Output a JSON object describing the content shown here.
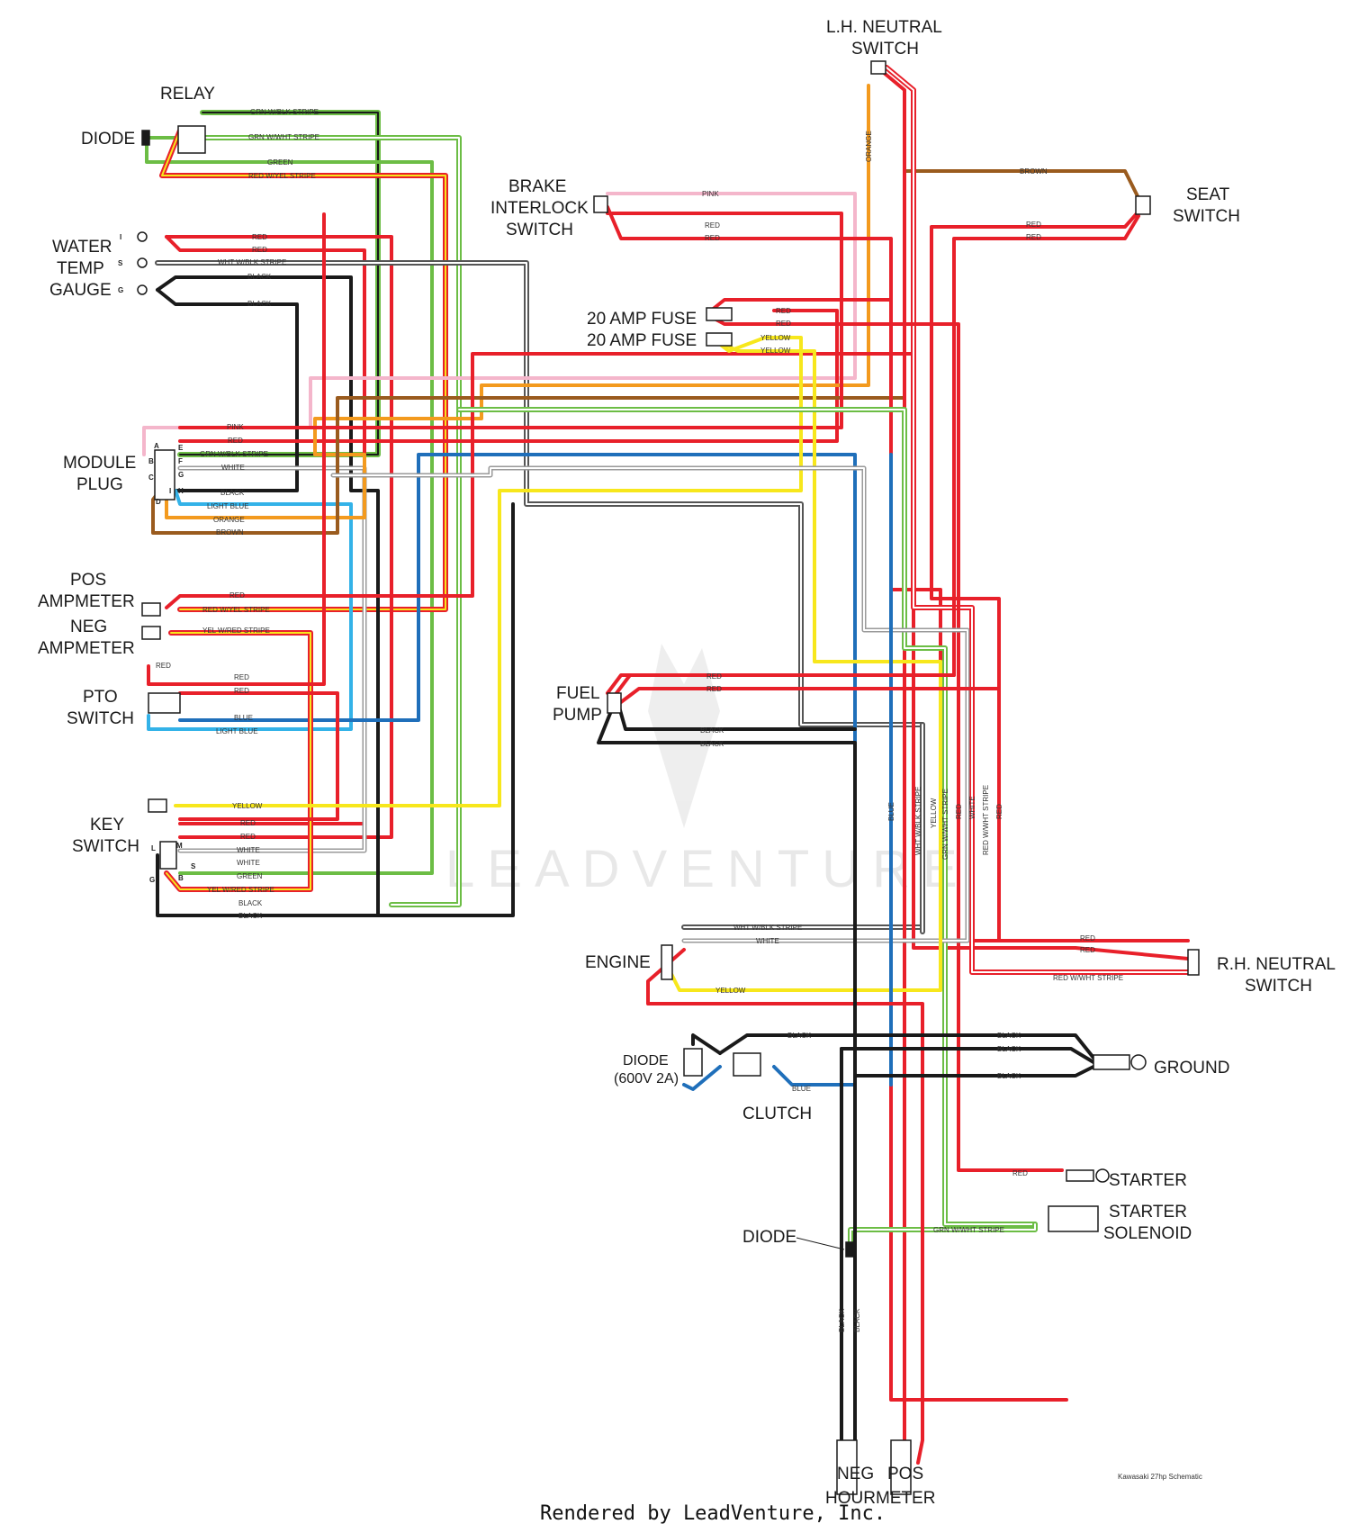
{
  "components": {
    "relay": "RELAY",
    "diode_top": "DIODE",
    "water_temp": [
      "WATER",
      "TEMP",
      "GAUGE"
    ],
    "water_pins": [
      "I",
      "S",
      "G"
    ],
    "module_plug": [
      "MODULE",
      "PLUG"
    ],
    "module_pins": [
      "A",
      "B",
      "C",
      "D",
      "E",
      "F",
      "G",
      "H",
      "I"
    ],
    "pos_amp": [
      "POS",
      "AMPMETER"
    ],
    "neg_amp": [
      "NEG",
      "AMPMETER"
    ],
    "pto": [
      "PTO",
      "SWITCH"
    ],
    "key": [
      "KEY",
      "SWITCH"
    ],
    "key_pins": [
      "L",
      "M",
      "S",
      "G",
      "B"
    ],
    "brake": [
      "BRAKE",
      "INTERLOCK",
      "SWITCH"
    ],
    "lh_neutral": [
      "L.H. NEUTRAL",
      "SWITCH"
    ],
    "seat": [
      "SEAT",
      "SWITCH"
    ],
    "fuse1": "20 AMP FUSE",
    "fuse2": "20 AMP FUSE",
    "fuel_pump": [
      "FUEL",
      "PUMP"
    ],
    "engine": "ENGINE",
    "rh_neutral": [
      "R.H. NEUTRAL",
      "SWITCH"
    ],
    "diode_600": [
      "DIODE",
      "(600V 2A)"
    ],
    "clutch": "CLUTCH",
    "ground": "GROUND",
    "starter": "STARTER",
    "starter_solenoid": [
      "STARTER",
      "SOLENOID"
    ],
    "diode_lower": "DIODE",
    "hourmeter": [
      "NEG",
      "POS",
      "HOURMETER"
    ]
  },
  "wire_labels": {
    "relay": [
      "GRN W/BLK STRIPE",
      "GRN W/WHT STRIPE",
      "GREEN",
      "RED W/YEL STRIPE"
    ],
    "water": [
      "RED",
      "RED",
      "WHT W/BLK STRIPE",
      "BLACK",
      "BLACK"
    ],
    "module": [
      "PINK",
      "RED",
      "GRN W/BLK STRIPE",
      "WHITE",
      "BLACK",
      "LIGHT BLUE",
      "ORANGE",
      "BROWN"
    ],
    "amp": [
      "RED",
      "RED W/YEL STRIPE",
      "YEL W/RED STRIPE"
    ],
    "pto": [
      "RED",
      "RED",
      "RED",
      "BLUE",
      "LIGHT BLUE"
    ],
    "key": [
      "YELLOW",
      "RED",
      "RED",
      "WHITE",
      "WHITE",
      "GREEN",
      "YEL W/RED STRIPE",
      "BLACK",
      "BLACK"
    ],
    "brake": [
      "PINK",
      "RED",
      "RED"
    ],
    "lh_orange": "ORANGE",
    "seat": [
      "BROWN",
      "RED",
      "RED"
    ],
    "fuse": [
      "RED",
      "RED",
      "YELLOW",
      "YELLOW"
    ],
    "fuel": [
      "RED",
      "RED",
      "BLACK",
      "BLACK"
    ],
    "vertical": [
      "BLUE",
      "WHT W/BLK STRIPE",
      "YELLOW",
      "GRN W/WHT STRIPE",
      "RED",
      "WHITE",
      "RED W/WHT STRIPE",
      "RED"
    ],
    "engine": [
      "WHT W/BLK STRIPE",
      "WHITE",
      "YELLOW"
    ],
    "rh": [
      "RED",
      "RED",
      "RED W/WHT STRIPE"
    ],
    "ground": [
      "BLACK",
      "BLACK",
      "BLACK",
      "BLACK"
    ],
    "clutch_blue": "BLUE",
    "starter_red": "RED",
    "solenoid": "GRN W/WHT STRIPE",
    "hour": [
      "BLACK",
      "BLACK"
    ]
  },
  "footer": {
    "caption": "Kawasaki 27hp Schematic",
    "rendered": "Rendered by LeadVenture, Inc.",
    "watermark": "LEADVENTURE"
  },
  "colors": {
    "red": "#e8202a",
    "black": "#1a1a1a",
    "green": "#6cbd45",
    "pink": "#f4b6cb",
    "orange": "#f39a1e",
    "brown": "#9a5b1e",
    "yellow": "#f7e71c",
    "blue": "#1f6fba",
    "light_blue": "#33b2e8",
    "white_wire": "#9a9a9a"
  }
}
